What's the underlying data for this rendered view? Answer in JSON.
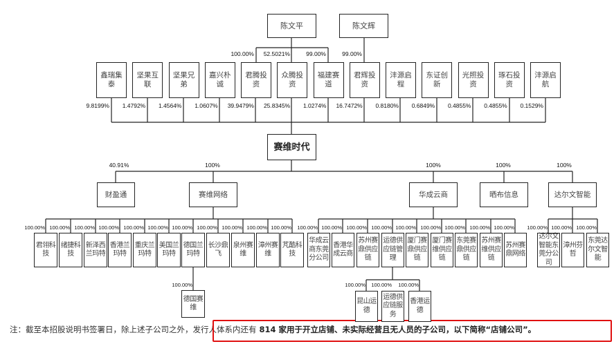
{
  "controllers": [
    {
      "name": "陈文平"
    },
    {
      "name": "陈文辉"
    }
  ],
  "controller_pcts": [
    "100.00%",
    "52.5021%",
    "99.00%",
    "99.00%"
  ],
  "shareholders": [
    {
      "name": "鑫瑞集泰",
      "pct": "9.8199%"
    },
    {
      "name": "坚果互联",
      "pct": "1.4792%"
    },
    {
      "name": "坚果兄弟",
      "pct": "1.4564%"
    },
    {
      "name": "嘉兴朴诚",
      "pct": "1.0607%"
    },
    {
      "name": "君腾投资",
      "pct": "39.9479%"
    },
    {
      "name": "众腾投资",
      "pct": "25.8345%"
    },
    {
      "name": "福建赛道",
      "pct": "1.0274%"
    },
    {
      "name": "君辉投资",
      "pct": "16.7472%"
    },
    {
      "name": "沣源启程",
      "pct": "0.8180%"
    },
    {
      "name": "东证创新",
      "pct": "0.6849%"
    },
    {
      "name": "光照投资",
      "pct": "0.4855%"
    },
    {
      "name": "琢石投资",
      "pct": "0.4855%"
    },
    {
      "name": "沣源启航",
      "pct": "0.1529%"
    }
  ],
  "company": "赛维时代",
  "subsidiaries": [
    {
      "name": "财盈通",
      "pct": "40.91%"
    },
    {
      "name": "赛维网络",
      "pct": "100%"
    },
    {
      "name": "华成云商",
      "pct": "100%"
    },
    {
      "name": "晒布信息",
      "pct": "100%"
    },
    {
      "name": "达尔文智能",
      "pct": "100%"
    }
  ],
  "saiwei_children": [
    {
      "name": "君翎科技",
      "pct": "100.00%"
    },
    {
      "name": "绪捷科技",
      "pct": "100.00%"
    },
    {
      "name": "新泽西兰玛特",
      "pct": "100.00%"
    },
    {
      "name": "香港兰玛特",
      "pct": "100.00%"
    },
    {
      "name": "重庆兰玛特",
      "pct": "100.00%"
    },
    {
      "name": "美国兰玛特",
      "pct": "100.00%"
    },
    {
      "name": "德国兰玛特",
      "pct": "100.00%"
    },
    {
      "name": "长沙鼎飞",
      "pct": "100.00%"
    },
    {
      "name": "泉州赛维",
      "pct": "100.00%"
    },
    {
      "name": "漳州赛维",
      "pct": "100.00%"
    },
    {
      "name": "芃酷科技",
      "pct": "100.00%"
    }
  ],
  "germany_child": {
    "name": "德国赛维",
    "pct": "100.00%"
  },
  "huacheng_children": [
    {
      "name": "华成云商东莞分公司",
      "pct": "100.00%"
    },
    {
      "name": "香港华成云商",
      "pct": "100.00%"
    },
    {
      "name": "苏州赛鼎供应链",
      "pct": "100.00%"
    },
    {
      "name": "运德供应链管理",
      "pct": "100.00%"
    },
    {
      "name": "厦门赛鼎供应链",
      "pct": "100.00%"
    },
    {
      "name": "厦门赛维供应链",
      "pct": "100.00%"
    },
    {
      "name": "东莞赛鼎供应链",
      "pct": "100.00%"
    },
    {
      "name": "苏州赛维供应链",
      "pct": "100.00%"
    },
    {
      "name": "苏州赛鼎网络",
      "pct": "100.00%"
    }
  ],
  "yunde_children": [
    {
      "name": "昆山运德",
      "pct": "100.00%"
    },
    {
      "name": "运德供应链服务",
      "pct": "100.00%"
    },
    {
      "name": "香港运德",
      "pct": "100.00%"
    }
  ],
  "darwin_children": [
    {
      "name": "达尔文智能东莞分公司",
      "pct": "100.00%"
    },
    {
      "name": "漳州芬哲",
      "pct": "100.00%"
    },
    {
      "name": "东莞达尔文智能",
      "pct": "100.00%"
    }
  ],
  "note": {
    "prefix": "注：截至本招股说明书签署日，除上述子公司之外，",
    "normal": "发行人体系内还有",
    "bold": " 814 家用于开立店铺、未实际经营且无人员的子公司，以下简称“店铺公司”。"
  },
  "colors": {
    "line": "#222222",
    "highlight": "#e01010"
  }
}
